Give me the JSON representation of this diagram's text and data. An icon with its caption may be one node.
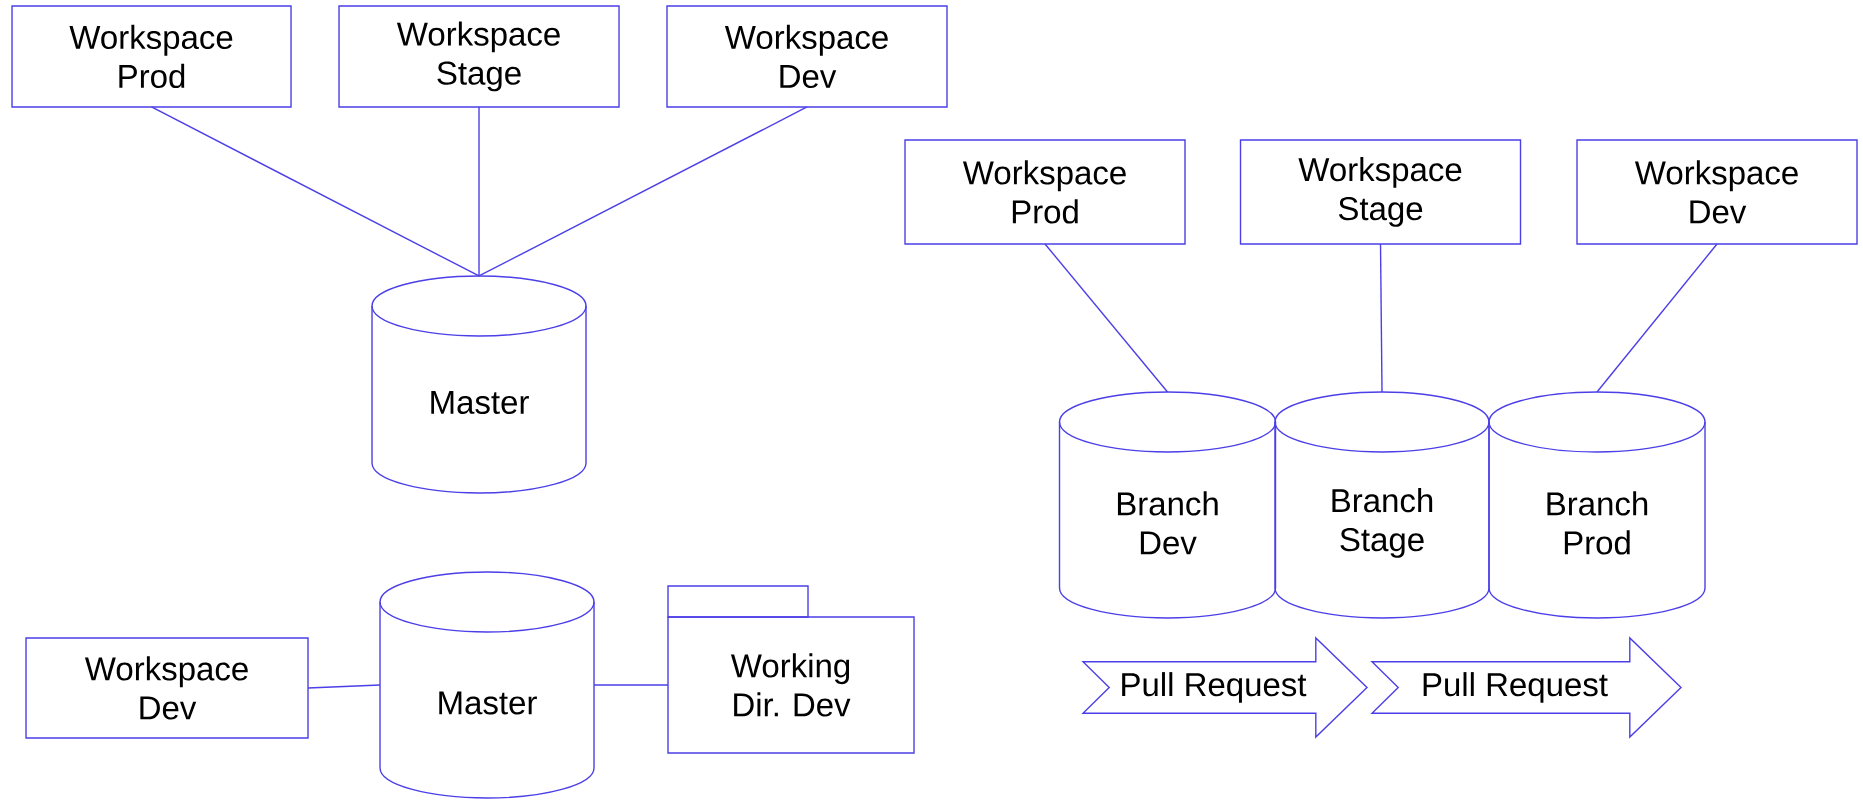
{
  "diagram": {
    "nodes": [
      {
        "text": [
          "Workspace Prod"
        ]
      },
      {
        "text": [
          "Workspace Stage"
        ]
      },
      {
        "text": [
          "Workspace Dev"
        ]
      },
      {
        "text": [
          "Master"
        ]
      },
      {
        "text": [
          "Workspace Prod"
        ]
      },
      {
        "text": [
          "Workspace Stage"
        ]
      },
      {
        "text": [
          "Workspace Dev"
        ]
      },
      {
        "text": [
          "Branch Dev"
        ]
      },
      {
        "text": [
          "Branch Stage"
        ]
      },
      {
        "text": [
          "Branch Prod"
        ]
      },
      {
        "text": [
          "Pull Request"
        ]
      },
      {
        "text": [
          "Pull Request"
        ]
      },
      {
        "text": [
          "Workspace Dev"
        ]
      },
      {
        "text": [
          "Master"
        ]
      },
      {
        "text": [
          "Working Dir. Dev"
        ]
      }
    ],
    "edges": [
      {
        "from": 0,
        "to": 3,
        "arrow": "none"
      },
      {
        "from": 1,
        "to": 3,
        "arrow": "none"
      },
      {
        "from": 2,
        "to": 3,
        "arrow": "none"
      },
      {
        "from": 4,
        "to": 7,
        "arrow": "none"
      },
      {
        "from": 5,
        "to": 8,
        "arrow": "none"
      },
      {
        "from": 6,
        "to": 9,
        "arrow": "none"
      },
      {
        "from": 12,
        "to": 13,
        "arrow": "none"
      },
      {
        "from": 13,
        "to": 14,
        "arrow": "none"
      }
    ]
  }
}
